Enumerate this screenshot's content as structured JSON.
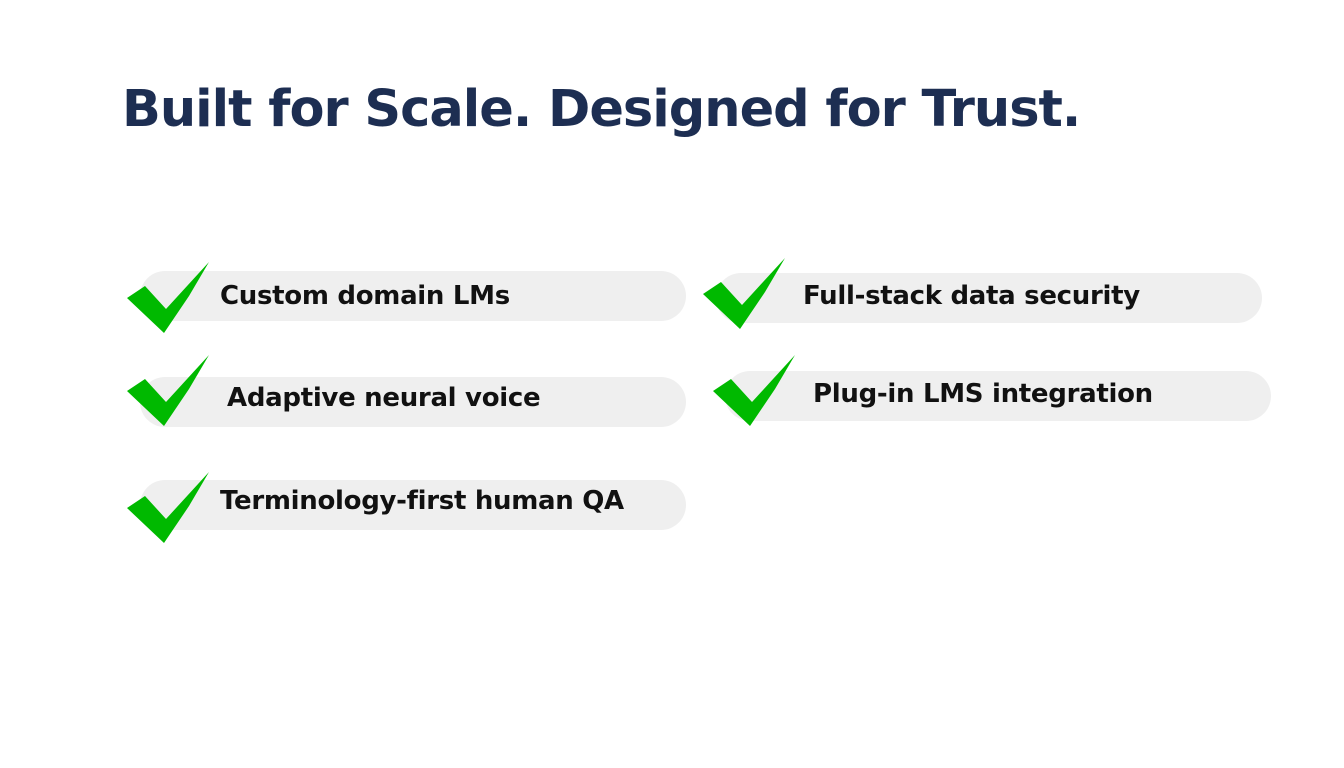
{
  "heading": "Built for Scale. Designed for Trust.",
  "features": [
    {
      "label": "Custom domain LMs",
      "icon": "check-icon"
    },
    {
      "label": "Full-stack data security",
      "icon": "check-icon"
    },
    {
      "label": "Adaptive neural voice",
      "icon": "check-icon"
    },
    {
      "label": "Plug-in LMS integration",
      "icon": "check-icon"
    },
    {
      "label": "Terminology-first human QA",
      "icon": "check-icon"
    }
  ],
  "colors": {
    "heading": "#1d2e52",
    "check": "#00b900",
    "pill": "#efefef",
    "text": "#111111"
  }
}
